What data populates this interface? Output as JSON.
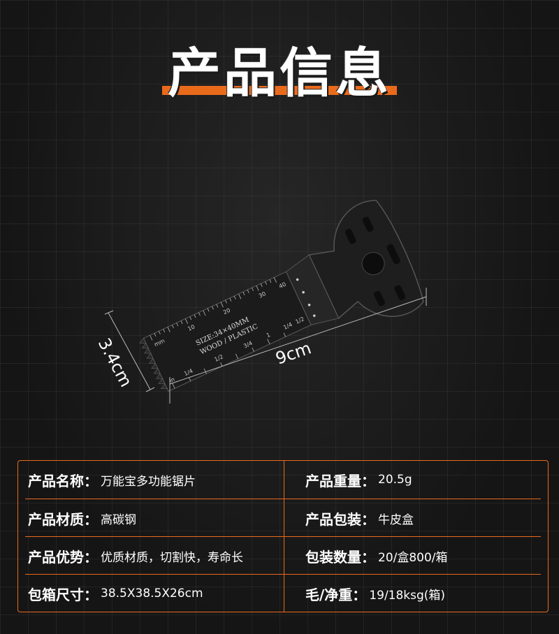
{
  "page_title": "产品信息",
  "diagram": {
    "blade_size_text": "SIZE:34×40MM",
    "blade_material_text": "WOOD / PLASTIC",
    "ruler_labels": [
      "mm",
      "10",
      "20",
      "30",
      "40"
    ],
    "inch_labels": [
      "in",
      "1/4",
      "1/2",
      "3/4",
      "1",
      "1/4",
      "1/2"
    ],
    "height_dimension": "3.4cm",
    "length_dimension": "9cm"
  },
  "specs": [
    {
      "left_label": "产品名称：",
      "left_value": "万能宝多功能锯片",
      "right_label": "产品重量：",
      "right_value": "20.5g"
    },
    {
      "left_label": "产品材质：",
      "left_value": "高碳钢",
      "right_label": "产品包装：",
      "right_value": "牛皮盒"
    },
    {
      "left_label": "产品优势：",
      "left_value": "优质材质，切割快，寿命长",
      "right_label": "包装数量：",
      "right_value": "20/盒800/箱"
    },
    {
      "left_label": "包箱尺寸：",
      "left_value": "38.5X38.5X26cm",
      "right_label": "毛/净重：",
      "right_value": "19/18ksg(箱)"
    }
  ],
  "colors": {
    "accent": "#ea6a1c",
    "background": "#151515",
    "text": "#ffffff"
  }
}
